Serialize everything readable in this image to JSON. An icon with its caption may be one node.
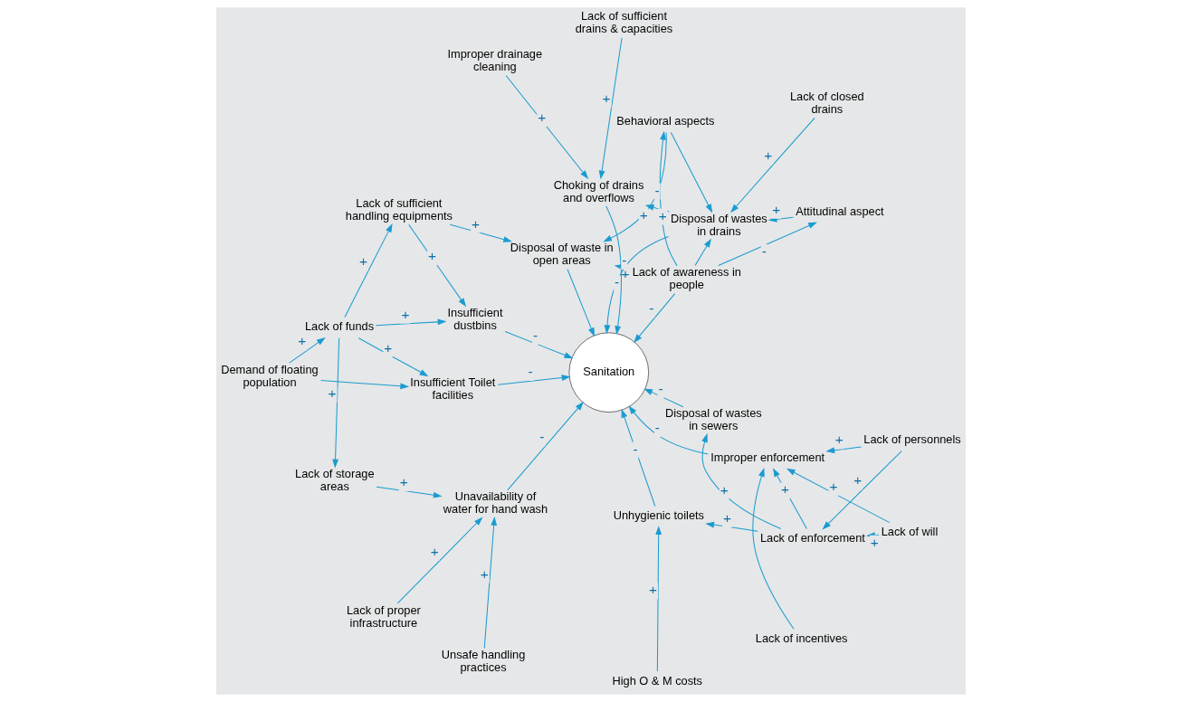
{
  "diagram": {
    "nodes": [
      {
        "text": [
          "Lack of funds"
        ]
      },
      {
        "text": [
          "Demand of floating population"
        ]
      },
      {
        "text": [
          "Lack of incentives"
        ]
      },
      {
        "text": [
          "Lack of sufficient handling equipments"
        ]
      },
      {
        "text": [
          "Lack of personnels"
        ]
      },
      {
        "text": [
          "Insufficient Toilet facilities"
        ]
      },
      {
        "text": [
          "Insufficient dustbins"
        ]
      },
      {
        "text": [
          "Lack of will"
        ]
      },
      {
        "text": [
          "Disposal of waste in open areas"
        ]
      },
      {
        "text": [
          "Improper enforcement"
        ]
      },
      {
        "text": [
          "Lack of enforcement"
        ]
      },
      {
        "text": [
          "Unhygienic toilets"
        ]
      },
      {
        "text": [
          "Behavioral aspects"
        ]
      },
      {
        "text": [
          "Lack of awareness in people"
        ]
      },
      {
        "text": [
          "Sanitation"
        ]
      },
      {
        "text": [
          "High O & M costs"
        ]
      },
      {
        "text": [
          "Attitudinal aspect"
        ]
      },
      {
        "text": [
          "Disposal of wastes in sewers"
        ]
      },
      {
        "text": [
          "Disposal of wastes in drains"
        ]
      },
      {
        "text": [
          "Choking of drains and overflows"
        ]
      },
      {
        "text": [
          "Unavailability of water for hand wash"
        ]
      },
      {
        "text": [
          "Lack of storage areas"
        ]
      },
      {
        "text": [
          "Lack of closed drains"
        ]
      },
      {
        "text": [
          "Lack of sufficient drains & capacities"
        ]
      },
      {
        "text": [
          "Improper drainage cleaning"
        ]
      },
      {
        "text": [
          "Lack of proper infrastructure"
        ]
      },
      {
        "text": [
          "Unsafe handling practices"
        ]
      }
    ],
    "edges": [
      {
        "from": 0,
        "to": 3,
        "arrow": "to",
        "label": "+"
      },
      {
        "from": 0,
        "to": 5,
        "arrow": "to",
        "label": "+"
      },
      {
        "from": 0,
        "to": 6,
        "arrow": "to",
        "label": "+"
      },
      {
        "from": 0,
        "to": 21,
        "arrow": "to",
        "label": "+"
      },
      {
        "from": 1,
        "to": 0,
        "arrow": "to",
        "label": "+"
      },
      {
        "from": 1,
        "to": 5,
        "arrow": "to"
      },
      {
        "from": 2,
        "to": 9,
        "arrow": "to"
      },
      {
        "from": 3,
        "to": 6,
        "arrow": "to",
        "label": "+"
      },
      {
        "from": 3,
        "to": 8,
        "arrow": "to",
        "label": "+"
      },
      {
        "from": 4,
        "to": 9,
        "arrow": "to",
        "label": "+"
      },
      {
        "from": 4,
        "to": 10,
        "arrow": "to",
        "label": "+"
      },
      {
        "from": 5,
        "to": 14,
        "arrow": "to",
        "label": "-"
      },
      {
        "from": 6,
        "to": 14,
        "arrow": "to",
        "label": "-"
      },
      {
        "from": 7,
        "to": 9,
        "arrow": "to",
        "label": "+"
      },
      {
        "from": 7,
        "to": 10,
        "arrow": "to",
        "label": "+"
      },
      {
        "from": 8,
        "to": 14,
        "arrow": "to"
      },
      {
        "from": 9,
        "to": 14,
        "arrow": "to",
        "label": "-"
      },
      {
        "from": 10,
        "to": 9,
        "arrow": "to",
        "label": "+"
      },
      {
        "from": 10,
        "to": 11,
        "arrow": "to",
        "label": "+"
      },
      {
        "from": 10,
        "to": 17,
        "arrow": "to",
        "label": "+"
      },
      {
        "from": 11,
        "to": 14,
        "arrow": "to",
        "label": "-"
      },
      {
        "from": 12,
        "to": 8,
        "arrow": "to",
        "label": "+"
      },
      {
        "from": 12,
        "to": 18,
        "arrow": "to"
      },
      {
        "from": 13,
        "to": 8,
        "arrow": "to",
        "label": "+"
      },
      {
        "from": 13,
        "to": 12,
        "arrow": "to",
        "label": "-"
      },
      {
        "from": 13,
        "to": 14,
        "arrow": "to",
        "label": "-"
      },
      {
        "from": 13,
        "to": 16,
        "arrow": "to",
        "label": "-"
      },
      {
        "from": 13,
        "to": 18,
        "arrow": "to"
      },
      {
        "from": 15,
        "to": 11,
        "arrow": "to",
        "label": "+"
      },
      {
        "from": 16,
        "to": 18,
        "arrow": "to",
        "label": "+"
      },
      {
        "from": 17,
        "to": 14,
        "arrow": "to",
        "label": "-"
      },
      {
        "from": 18,
        "to": 14,
        "arrow": "to",
        "label": "-"
      },
      {
        "from": 18,
        "to": 19,
        "arrow": "to",
        "label": "+"
      },
      {
        "from": 19,
        "to": 14,
        "arrow": "to",
        "label": "-"
      },
      {
        "from": 20,
        "to": 14,
        "arrow": "to",
        "label": "-"
      },
      {
        "from": 21,
        "to": 20,
        "arrow": "to",
        "label": "+"
      },
      {
        "from": 22,
        "to": 18,
        "arrow": "to",
        "label": "+"
      },
      {
        "from": 23,
        "to": 19,
        "arrow": "to",
        "label": "+"
      },
      {
        "from": 24,
        "to": 19,
        "arrow": "to",
        "label": "+"
      },
      {
        "from": 25,
        "to": 20,
        "arrow": "to",
        "label": "+"
      },
      {
        "from": 26,
        "to": 20,
        "arrow": "to",
        "label": "+"
      }
    ]
  }
}
